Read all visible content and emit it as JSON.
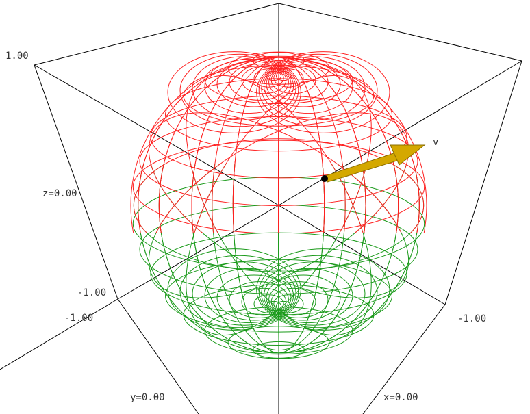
{
  "labels": {
    "z_top": "1.00",
    "z_axis": "z=0.00",
    "z_bottom": "-1.00",
    "y_min": "-1.00",
    "x_min": "-1.00",
    "y_axis": "y=0.00",
    "x_axis": "x=0.00",
    "vector": "v"
  },
  "colors": {
    "box": "#000000",
    "upper_mesh": "#ff2020",
    "lower_mesh": "#1a9a1a",
    "arrow": "#d4a800",
    "arrow_dark": "#8a6e00",
    "label": "#333333"
  },
  "vector_v": {
    "name": "v"
  }
}
